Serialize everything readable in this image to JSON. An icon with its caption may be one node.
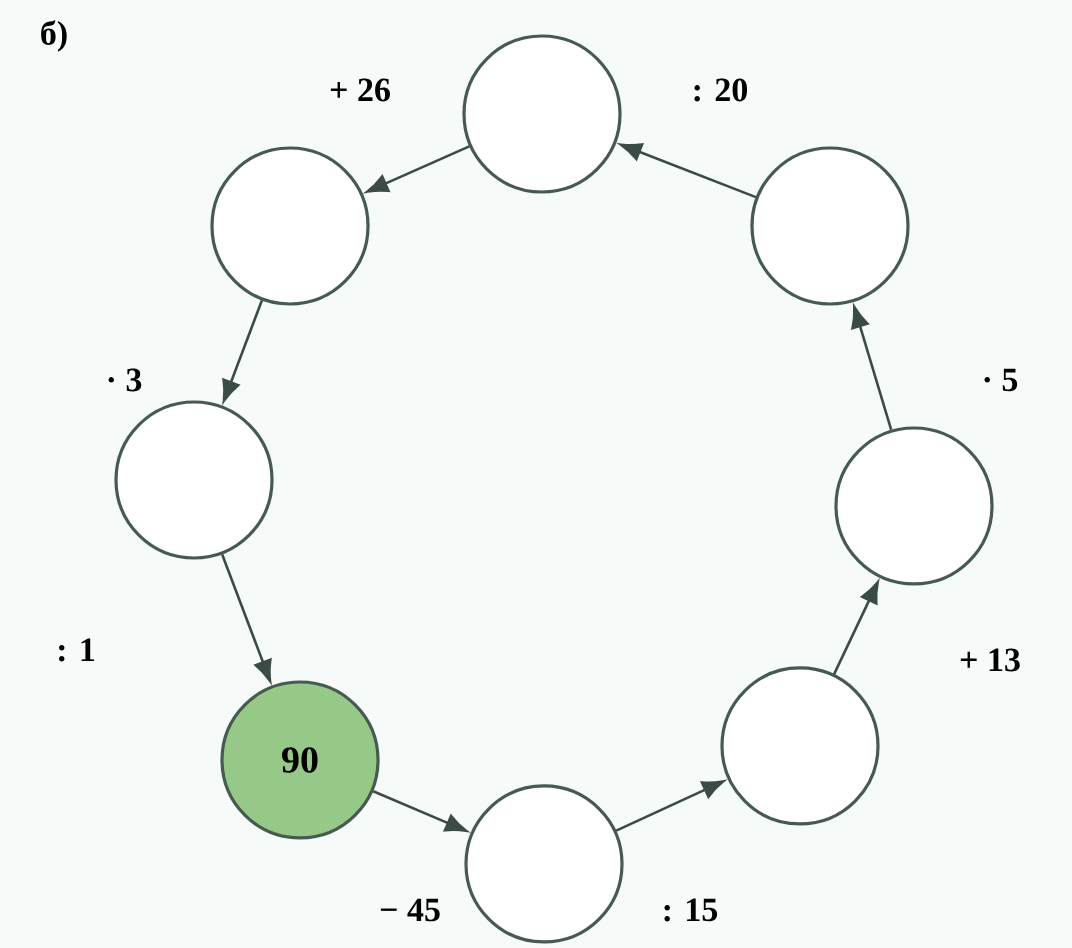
{
  "diagram": {
    "nodes": [
      {
        "text": [
          "90"
        ]
      },
      {
        "text": [],
        "shape": "circle"
      },
      {
        "text": [],
        "shape": "circle"
      },
      {
        "text": [],
        "shape": "circle"
      },
      {
        "text": [],
        "shape": "circle"
      },
      {
        "text": [],
        "shape": "circle"
      },
      {
        "text": [],
        "shape": "circle"
      },
      {
        "text": [],
        "shape": "circle"
      }
    ],
    "edges": [
      {
        "from": 0,
        "to": 1,
        "arrow": "to",
        "label": "− 45"
      },
      {
        "from": 1,
        "to": 2,
        "arrow": "to",
        "label": ": 15"
      },
      {
        "from": 2,
        "to": 3,
        "arrow": "to",
        "label": "+ 13"
      },
      {
        "from": 3,
        "to": 4,
        "arrow": "to",
        "label": "· 5"
      },
      {
        "from": 4,
        "to": 5,
        "arrow": "to",
        "label": ": 20"
      },
      {
        "from": 5,
        "to": 6,
        "arrow": "to",
        "label": "+ 26"
      },
      {
        "from": 6,
        "to": 7,
        "arrow": "to",
        "label": "· 3"
      },
      {
        "from": 7,
        "to": 0,
        "arrow": "to",
        "label": ": 1"
      }
    ],
    "labels": [
      "б)"
    ]
  }
}
